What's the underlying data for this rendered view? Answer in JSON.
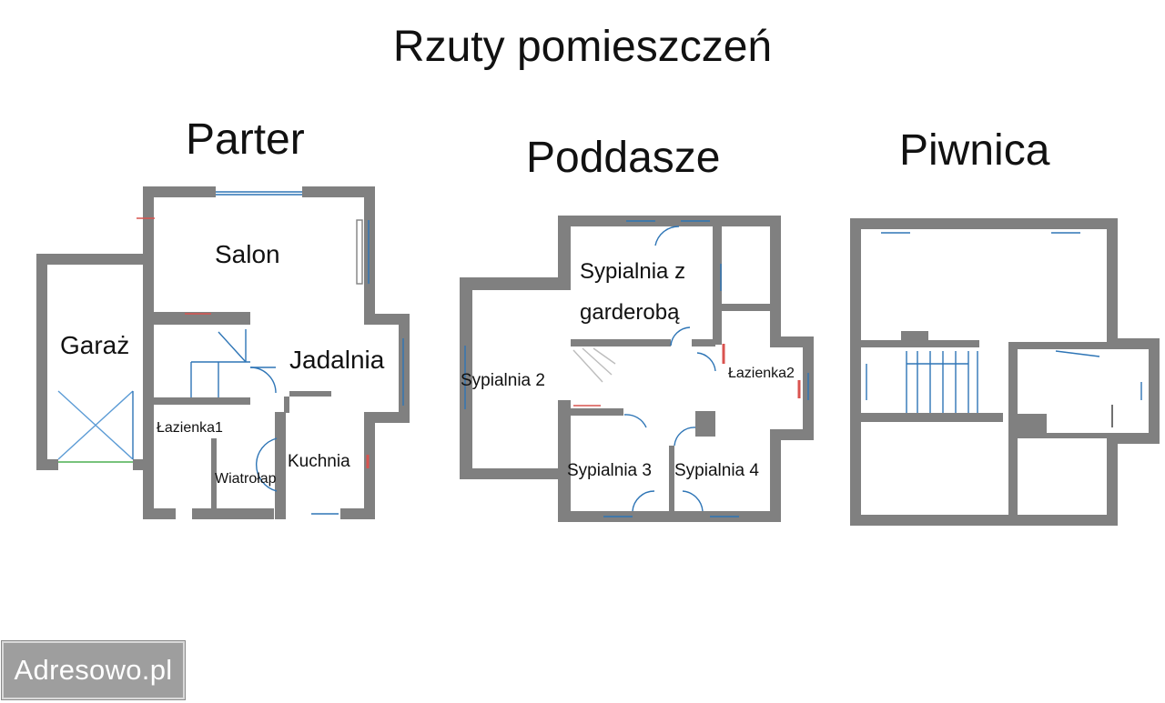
{
  "title": "Rzuty pomieszczeń",
  "floors": {
    "parter": {
      "name": "Parter",
      "rooms": {
        "salon": "Salon",
        "garaz": "Garaż",
        "jadalnia": "Jadalnia",
        "lazienka1": "Łazienka1",
        "kuchnia": "Kuchnia",
        "wiatrolap": "Wiatrołap"
      }
    },
    "poddasze": {
      "name": "Poddasze",
      "rooms": {
        "sypialnia_z_garderoba_line1": "Sypialnia z",
        "sypialnia_z_garderoba_line2": "garderobą",
        "sypialnia2": "Sypialnia 2",
        "lazienka2": "Łazienka2",
        "sypialnia3": "Sypialnia 3",
        "sypialnia4": "Sypialnia 4"
      }
    },
    "piwnica": {
      "name": "Piwnica"
    }
  },
  "colors": {
    "wall": "#808080",
    "window": "#2e75b6",
    "door_arc": "#4a90c8",
    "accent_red": "#d9534f"
  },
  "watermark": "Adresowo.pl"
}
